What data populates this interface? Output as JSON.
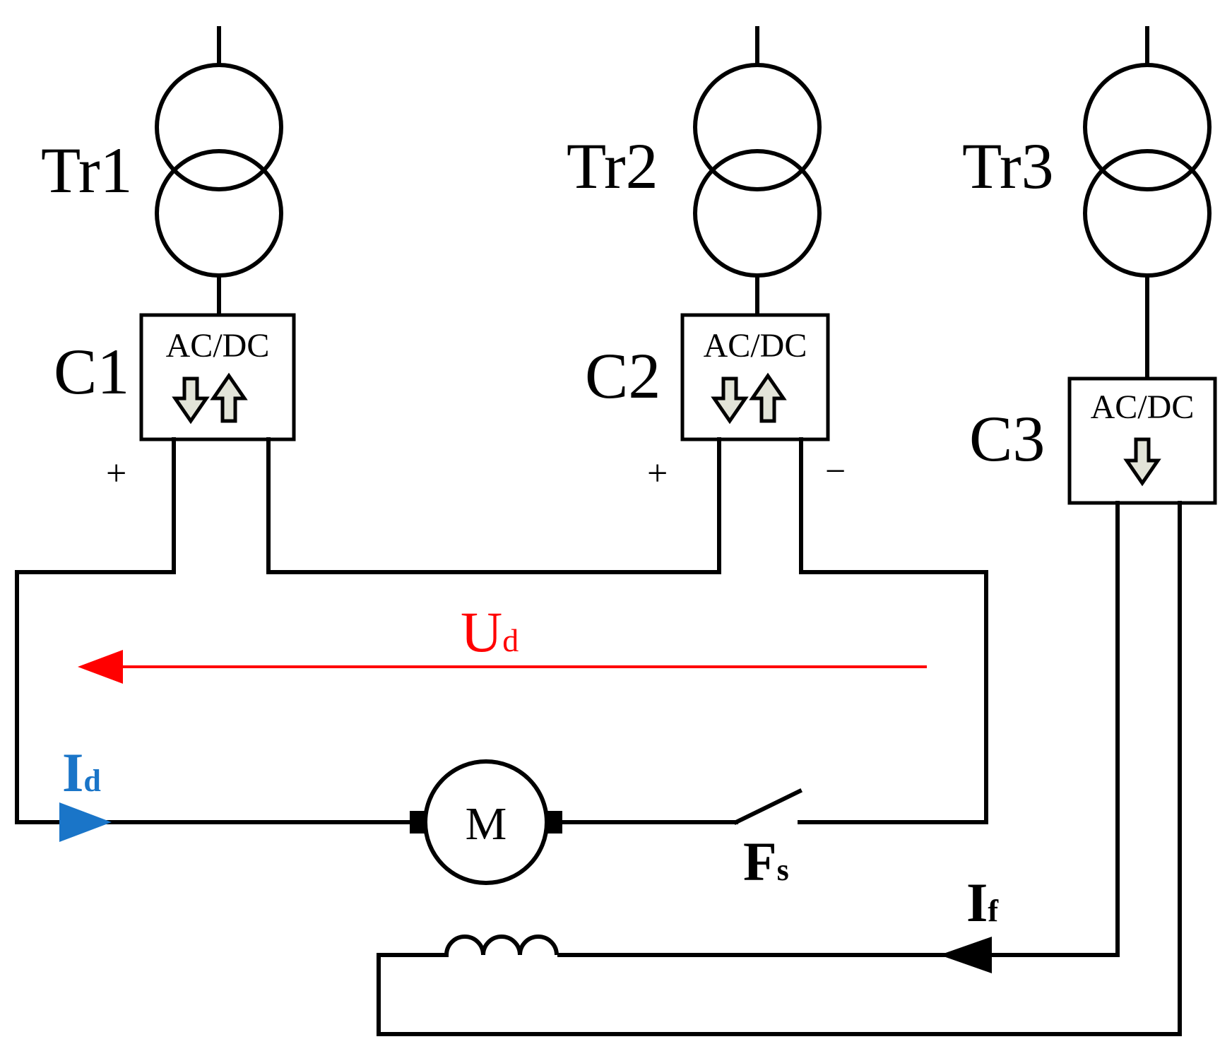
{
  "diagram": {
    "transformers": [
      {
        "id": "tr1",
        "label": "Tr1"
      },
      {
        "id": "tr2",
        "label": "Tr2"
      },
      {
        "id": "tr3",
        "label": "Tr3"
      }
    ],
    "converters": [
      {
        "id": "c1",
        "label": "C1",
        "function": "AC/DC",
        "power_flow": "bidirectional"
      },
      {
        "id": "c2",
        "label": "C2",
        "function": "AC/DC",
        "power_flow": "bidirectional"
      },
      {
        "id": "c3",
        "label": "C3",
        "function": "AC/DC",
        "power_flow": "unidirectional"
      }
    ],
    "polarity": {
      "c1_positive": "+",
      "c2_positive": "+",
      "c2_negative": "−"
    },
    "motor": {
      "label": "M"
    },
    "armature_voltage": {
      "symbol": "U",
      "subscript": "d",
      "color": "#ff0000"
    },
    "armature_current": {
      "symbol": "I",
      "subscript": "d",
      "color": "#1a75c8"
    },
    "field_current": {
      "symbol": "I",
      "subscript": "f",
      "color": "#000000"
    },
    "field_switch": {
      "symbol": "F",
      "subscript": "s"
    }
  }
}
